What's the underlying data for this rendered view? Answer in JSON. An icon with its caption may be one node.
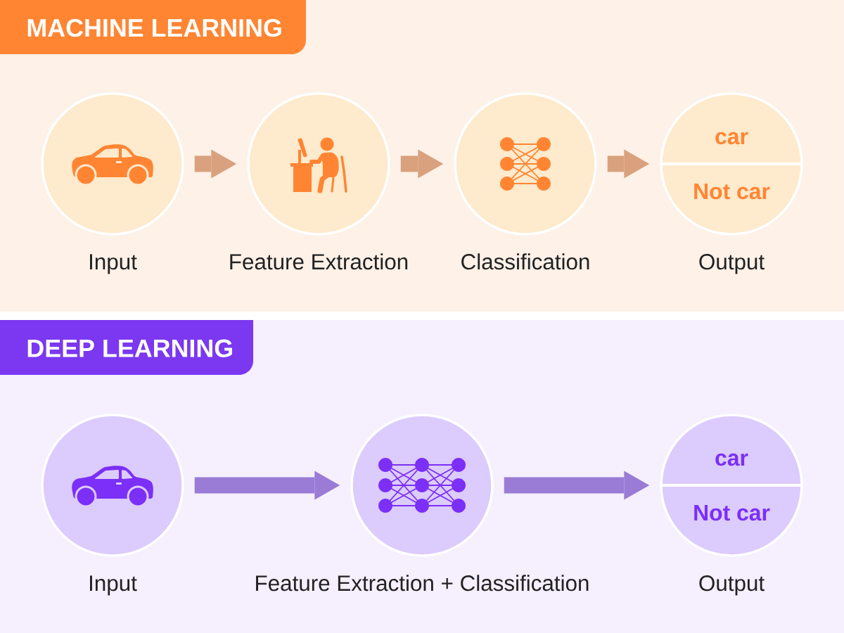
{
  "diagram": {
    "nodes": [
      {
        "text": [
          "MACHINE LEARNING"
        ]
      },
      {
        "text": [],
        "shape": "circle",
        "beside": [
          "Input"
        ],
        "in": 0
      },
      {
        "text": [],
        "shape": "circle",
        "beside": [
          "Feature Extraction"
        ],
        "in": 0
      },
      {
        "text": [],
        "shape": "circle",
        "beside": [
          "Classification"
        ],
        "in": 0
      },
      {
        "text": [
          "car",
          "Not car"
        ],
        "beside": [
          "Output"
        ],
        "in": 0
      },
      {
        "text": [
          "DEEP LEARNING"
        ]
      },
      {
        "text": [],
        "shape": "circle",
        "beside": [
          "Input"
        ],
        "in": 5
      },
      {
        "text": [],
        "shape": "circle",
        "beside": [
          "Feature Extraction + Classification"
        ],
        "in": 5
      },
      {
        "text": [
          "car",
          "Not car"
        ],
        "beside": [
          "Output"
        ],
        "in": 5
      }
    ],
    "edges": [
      {
        "from": 1,
        "to": 2,
        "arrow": "to",
        "color": "#d9a17d"
      },
      {
        "from": 2,
        "to": 3,
        "arrow": "to",
        "color": "#d9a17d"
      },
      {
        "from": 3,
        "to": 4,
        "arrow": "to",
        "color": "#d9a17d"
      },
      {
        "from": 6,
        "to": 7,
        "arrow": "to",
        "color": "#9a7bd6"
      },
      {
        "from": 7,
        "to": 8,
        "arrow": "to",
        "color": "#9a7bd6"
      }
    ]
  }
}
